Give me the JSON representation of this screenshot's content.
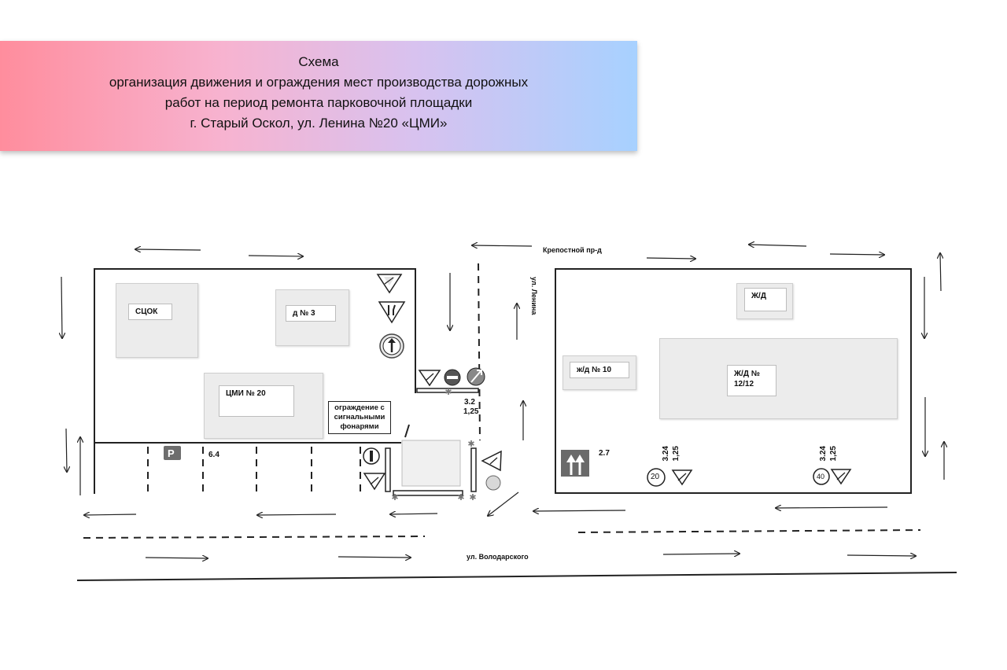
{
  "header": {
    "line1": "Схема",
    "line2": "организация движения и ограждения мест производства дорожных",
    "line3": "работ на период ремонта парковочной площадки",
    "line4": "г. Старый Оскол, ул. Ленина №20 «ЦМИ»",
    "gradient": [
      "#ff8d9d",
      "#f7b3d0",
      "#d8c2ef",
      "#a7d1ff"
    ]
  },
  "streets": {
    "krepostnoy": "Крепостной пр-д",
    "lenina": "ул. Ленина",
    "volodarskogo": "ул. Володарского"
  },
  "buildings": {
    "stsok": "СЦОК",
    "d3": "д № 3",
    "tsmi": "ЦМИ № 20",
    "zhd_top": "Ж/Д",
    "zhd10": "ж/д № 10",
    "zhd12_line1": "Ж/Д №",
    "zhd12_line2": "12/12"
  },
  "fence_note": {
    "line1": "ограждение с",
    "line2": "сигнальными",
    "line3": "фонарями"
  },
  "sign_codes": {
    "s64": "6.4",
    "s27": "2.7",
    "s32": "3.2",
    "s125": "1,25",
    "s324a": "3.24",
    "s125a": "1,25",
    "s324b": "3.24",
    "s125b": "1,25"
  },
  "sign_values": {
    "speed20": "20",
    "speed40": "40",
    "parking": "P"
  },
  "icons": [
    "roadwork-sign-icon",
    "road-narrows-sign-icon",
    "straight-only-sign-icon",
    "no-entry-sign-icon",
    "no-vehicles-sign-icon",
    "parking-sign-icon",
    "speed-limit-sign-icon",
    "priority-arrow-sign-icon",
    "road-lamp-icon",
    "traffic-arrow-icon"
  ]
}
